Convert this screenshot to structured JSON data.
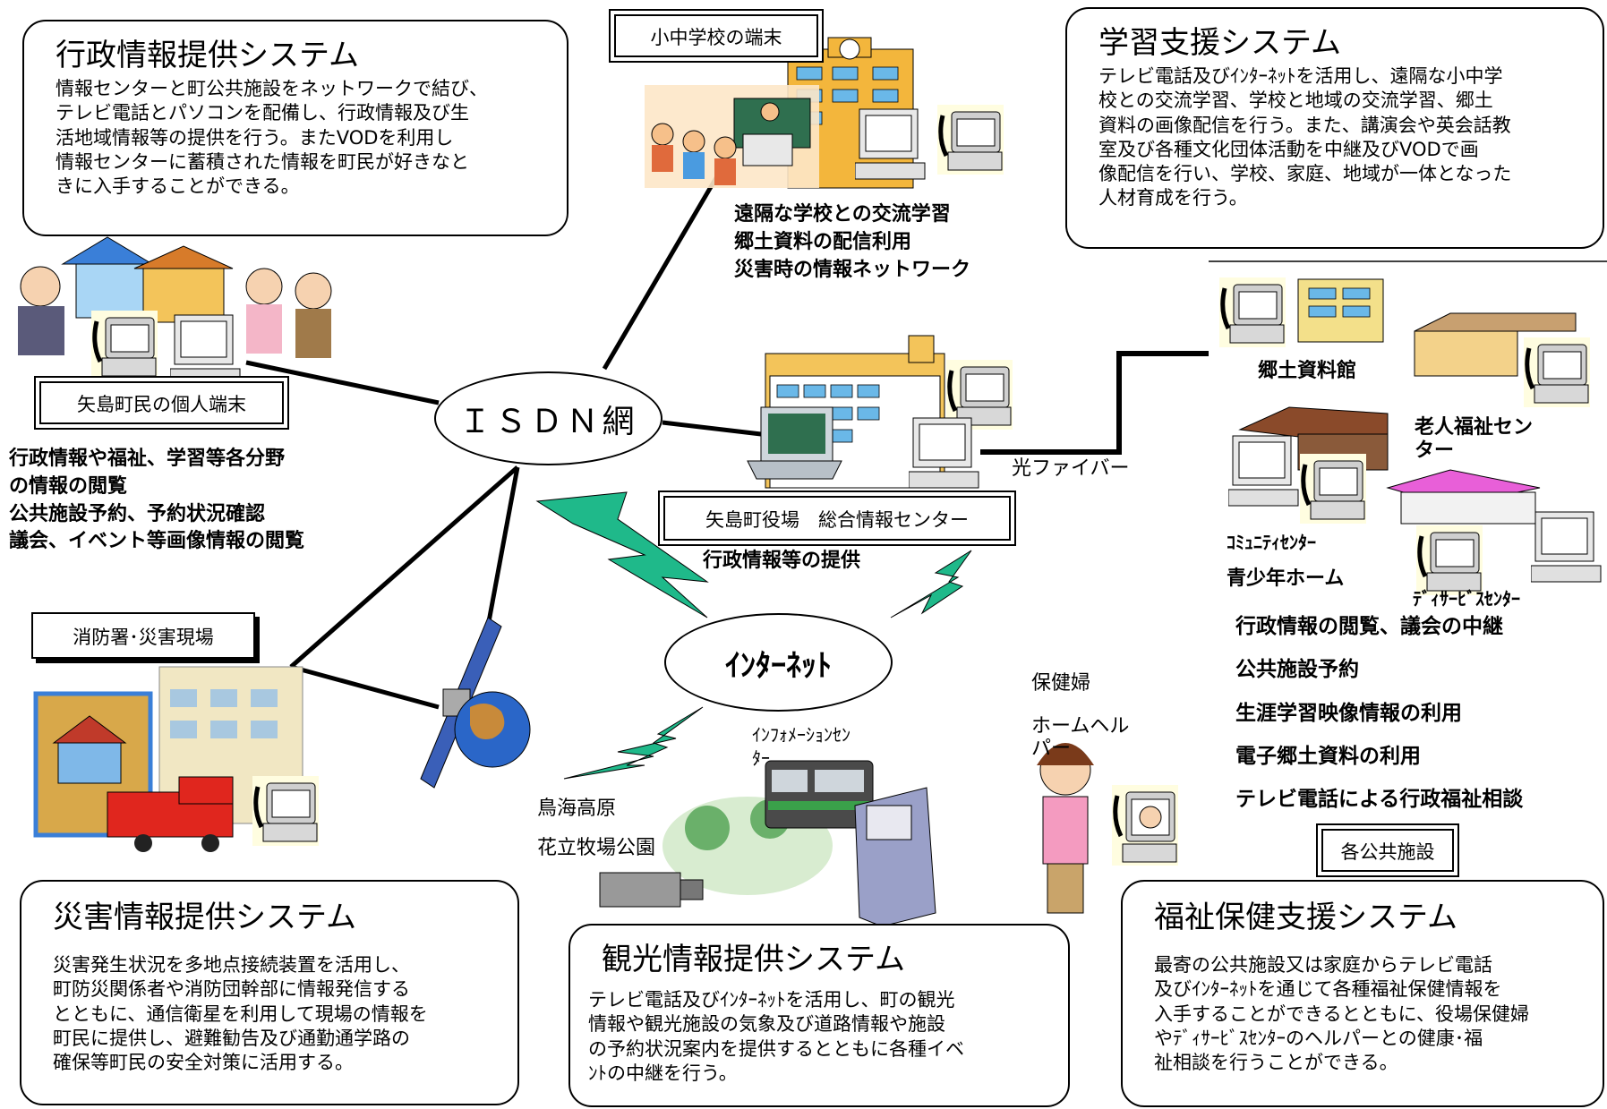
{
  "boxes": {
    "admin": {
      "title": "行政情報提供システム",
      "body": "情報センターと町公共施設をネットワークで結び、\nテレビ電話とパソコンを配備し、行政情報及び生\n活地域情報等の提供を行う。またVODを利用し\n情報センターに蓄積された情報を町民が好きなと\nきに入手することができる。"
    },
    "learning": {
      "title": "学習支援システム",
      "body": "テレビ電話及びｲﾝﾀｰﾈｯﾄを活用し、遠隔な小中学\n校との交流学習、学校と地域の交流学習、郷土\n資料の画像配信を行う。また、講演会や英会話教\n室及び各種文化団体活動を中継及びVODで画\n像配信を行い、学校、家庭、地域が一体となった\n人材育成を行う。"
    },
    "disaster": {
      "title": "災害情報提供システム",
      "body": "災害発生状況を多地点接続装置を活用し、\n町防災関係者や消防団幹部に情報発信する\nとともに、通信衛星を利用して現場の情報を\n町民に提供し、避難勧告及び通勤通学路の\n確保等町民の安全対策に活用する。"
    },
    "tourism": {
      "title": "観光情報提供システム",
      "body": "テレビ電話及びｲﾝﾀｰﾈｯﾄを活用し、町の観光\n情報や観光施設の気象及び道路情報や施設\nの予約状況案内を提供するとともに各種イベ\nﾝﾄの中継を行う。"
    },
    "welfare": {
      "title": "福祉保健支援システム",
      "body": "最寄の公共施設又は家庭からテレビ電話\n及びｲﾝﾀｰﾈｯﾄを通じて各種福祉保健情報を\n入手することができるとともに、役場保健婦\nやﾃﾞｨｻｰﾋﾞｽｾﾝﾀｰのヘルパーとの健康･福\n祉相談を行うことができる。"
    }
  },
  "labels": {
    "school": "小中学校の端末",
    "resident": "矢島町民の個人端末",
    "fire": "消防署･災害現場",
    "townhall": "矢島町役場　総合情報センター",
    "public": "各公共施設"
  },
  "network": {
    "isdn": "ＩＳＤＮ網",
    "internet": "ｲﾝﾀｰﾈｯﾄ",
    "fiber": "光ファイバー"
  },
  "notes": {
    "school": "遠隔な学校との交流学習\n郷土資料の配信利用\n災害時の情報ネットワーク",
    "resident": "行政情報や福祉、学習等各分野\nの情報の閲覧\n公共施設予約、予約状況確認\n議会、イベント等画像情報の閲覧",
    "townhall": "行政情報等の提供",
    "public": "行政情報の閲覧、議会の中継\n\n公共施設予約\n\n生涯学習映像情報の利用\n\n電子郷土資料の利用\n\nテレビ電話による行政福祉相談"
  },
  "facilities": {
    "museum": "郷土資料館",
    "elderly": "老人福祉セン\nター",
    "community": "ｺﾐｭﾆﾃｨｾﾝﾀｰ",
    "youth": "青少年ホーム",
    "dayservice": "ﾃﾞｨｻｰﾋﾞｽｾﾝﾀｰ"
  },
  "places": {
    "park": "鳥海高原\n\n花立牧場公園",
    "info_center": "ｲﾝﾌｫﾒｰｼｮﾝｾﾝ\nﾀｰ",
    "nurse": "保健婦\n\nホームヘル\nパー"
  },
  "icons": [
    "videophone-icon",
    "computer-icon",
    "school-icon",
    "townhall-icon",
    "house-icon",
    "satellite-icon",
    "globe-icon",
    "train-icon",
    "kiosk-icon",
    "fire-truck-icon",
    "camera-icon",
    "lightning-icon",
    "people-icon"
  ],
  "colors": {
    "lightning": "#1fb98a",
    "fiber": "#000000",
    "roof_pink": "#e85fd8",
    "house_blue": "#3a7fd8"
  }
}
